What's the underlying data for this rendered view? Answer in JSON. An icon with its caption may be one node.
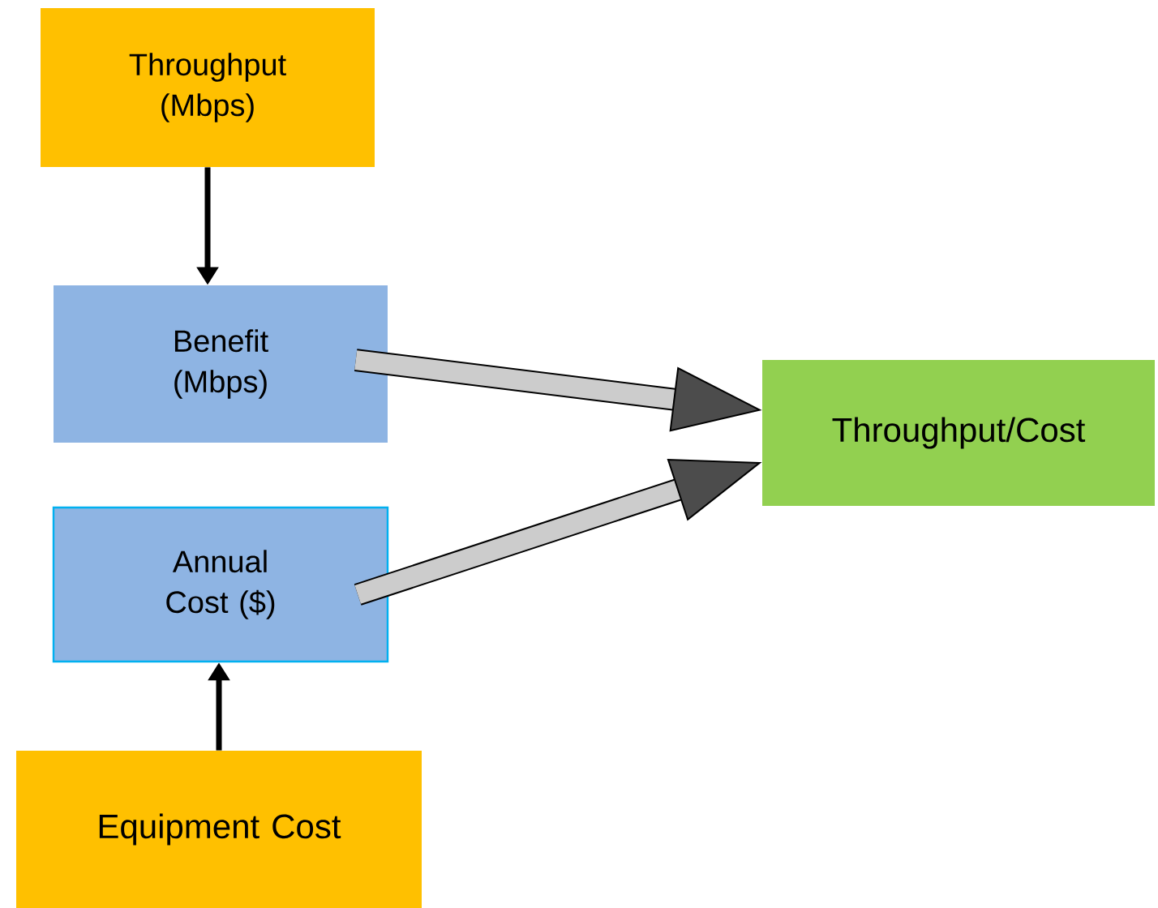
{
  "diagram": {
    "nodes": [
      {
        "text": [
          "Throughput (Mbps)"
        ]
      },
      {
        "text": [
          "Benefit (Mbps)"
        ]
      },
      {
        "text": [
          "Annual Cost ($)"
        ]
      },
      {
        "text": [
          "Equipment Cost"
        ]
      },
      {
        "text": [
          "Throughput/Cost"
        ]
      }
    ],
    "edges": [
      {
        "from": 0,
        "to": 1,
        "arrow": "to"
      },
      {
        "from": 3,
        "to": 2,
        "arrow": "to"
      },
      {
        "from": 1,
        "to": 4,
        "arrow": "to",
        "style": "thick"
      },
      {
        "from": 2,
        "to": 4,
        "arrow": "to",
        "style": "thick"
      }
    ]
  }
}
